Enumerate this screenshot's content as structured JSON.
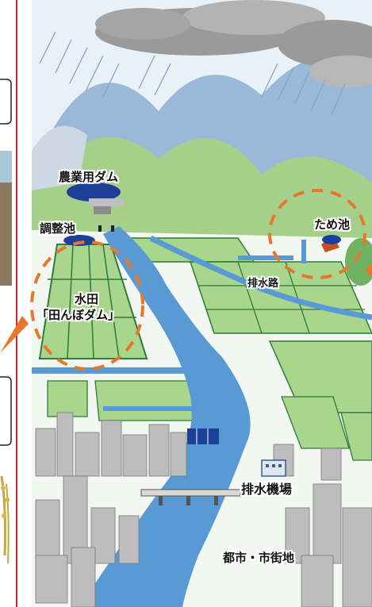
{
  "labels": {
    "agri_dam": "農業用ダム",
    "regulating_pond": "調整池",
    "reservoir_pond": "ため池",
    "drainage_channel": "排水路",
    "paddy_line1": "水田",
    "paddy_line2": "「田んぼダム」",
    "pump_station": "排水機場",
    "city": "都市・市街地"
  },
  "colors": {
    "frame_red": "#d8262b",
    "river_blue": "#5a9ad4",
    "paddy_green": "#a8d68c",
    "paddy_line": "#2f7a3c",
    "mountain_green": "#a6cf8a",
    "mountain_blue": "#9ab8d8",
    "cloud_gray": "#9a9a9a",
    "dashed_orange": "#e8772e",
    "building_gray": "#b9b9b9"
  },
  "icons": [
    "rain-icon",
    "cloud-icon",
    "dam-icon",
    "pond-icon",
    "pump-station-icon",
    "bridge-icon",
    "arrow-icon"
  ]
}
